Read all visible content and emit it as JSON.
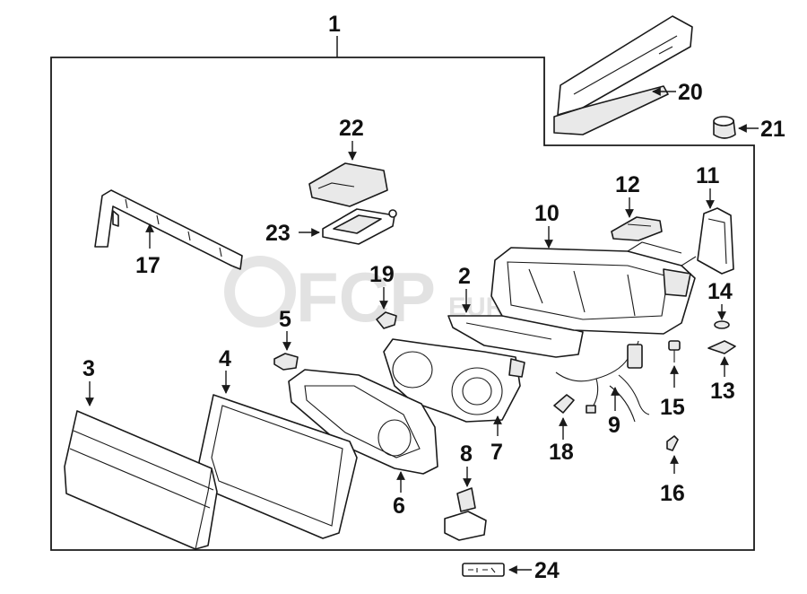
{
  "watermark": {
    "brand": "FCP",
    "sub": "EURO"
  },
  "callouts": {
    "c1": "1",
    "c2": "2",
    "c3": "3",
    "c4": "4",
    "c5": "5",
    "c6": "6",
    "c7": "7",
    "c8": "8",
    "c9": "9",
    "c10": "10",
    "c11": "11",
    "c12": "12",
    "c13": "13",
    "c14": "14",
    "c15": "15",
    "c16": "16",
    "c17": "17",
    "c18": "18",
    "c19": "19",
    "c20": "20",
    "c21": "21",
    "c22": "22",
    "c23": "23",
    "c24": "24"
  },
  "colors": {
    "line": "#1a1a1a",
    "part_fill": "#e9e9e9",
    "watermark": "#d9d9d9"
  }
}
